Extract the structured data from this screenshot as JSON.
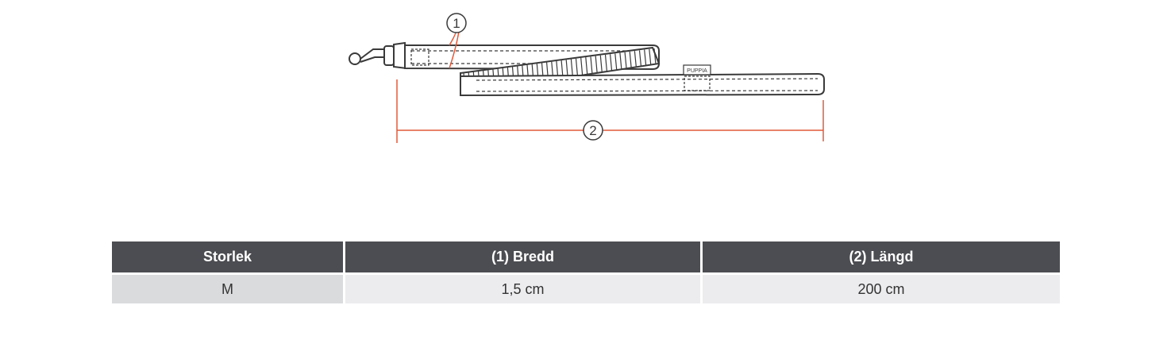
{
  "diagram": {
    "callout_width": "1",
    "callout_length": "2",
    "brand_tag": "PUPPIA",
    "accent_color": "#e05a3a",
    "outline_color": "#3a3a3a"
  },
  "size_table": {
    "headers": [
      "Storlek",
      "(1) Bredd",
      "(2) Längd"
    ],
    "rows": [
      [
        "M",
        "1,5 cm",
        "200 cm"
      ]
    ],
    "header_bg": "#4c4d52",
    "cell_bg": "#ececef"
  }
}
